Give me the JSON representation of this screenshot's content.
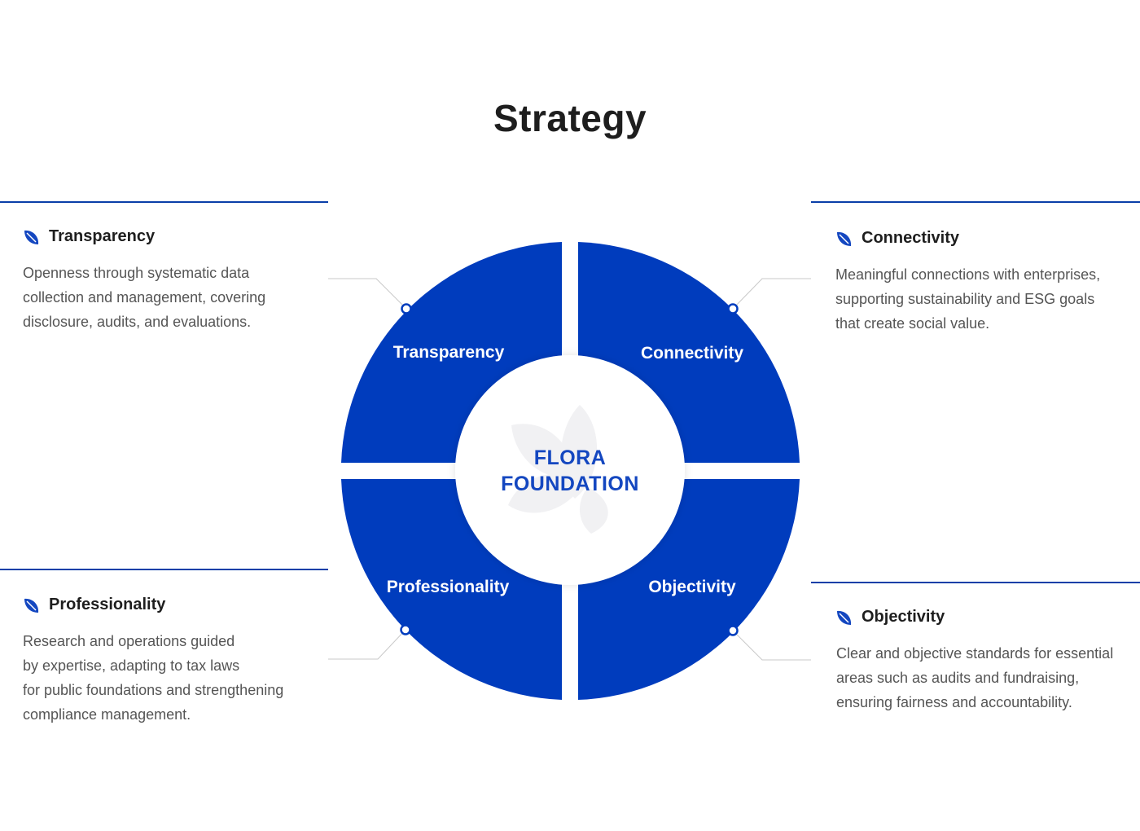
{
  "title": "Strategy",
  "center": {
    "line1": "FLORA",
    "line2": "FOUNDATION"
  },
  "colors": {
    "accent": "#0a3fa8",
    "wheel": "#003cbd",
    "text_dark": "#1e1e1e",
    "text_body": "#555555"
  },
  "quadrants": {
    "top_left": "Transparency",
    "top_right": "Connectivity",
    "bottom_left": "Professionality",
    "bottom_right": "Objectivity"
  },
  "panels": {
    "transparency": {
      "icon": "leaf-icon",
      "heading": "Transparency",
      "lines": [
        "Openness through systematic data",
        "collection and management, covering",
        "disclosure, audits, and evaluations."
      ]
    },
    "connectivity": {
      "icon": "leaf-icon",
      "heading": "Connectivity",
      "lines": [
        "Meaningful connections with enterprises,",
        "supporting sustainability and ESG goals",
        "that create social value."
      ]
    },
    "professionality": {
      "icon": "leaf-icon",
      "heading": "Professionality",
      "lines": [
        "Research and operations guided",
        "by expertise, adapting to tax laws",
        "for public foundations and strengthening",
        "compliance management."
      ]
    },
    "objectivity": {
      "icon": "leaf-icon",
      "heading": "Objectivity",
      "lines": [
        "Clear and objective standards for essential",
        "areas such as audits and fundraising,",
        "ensuring fairness and accountability."
      ]
    }
  }
}
